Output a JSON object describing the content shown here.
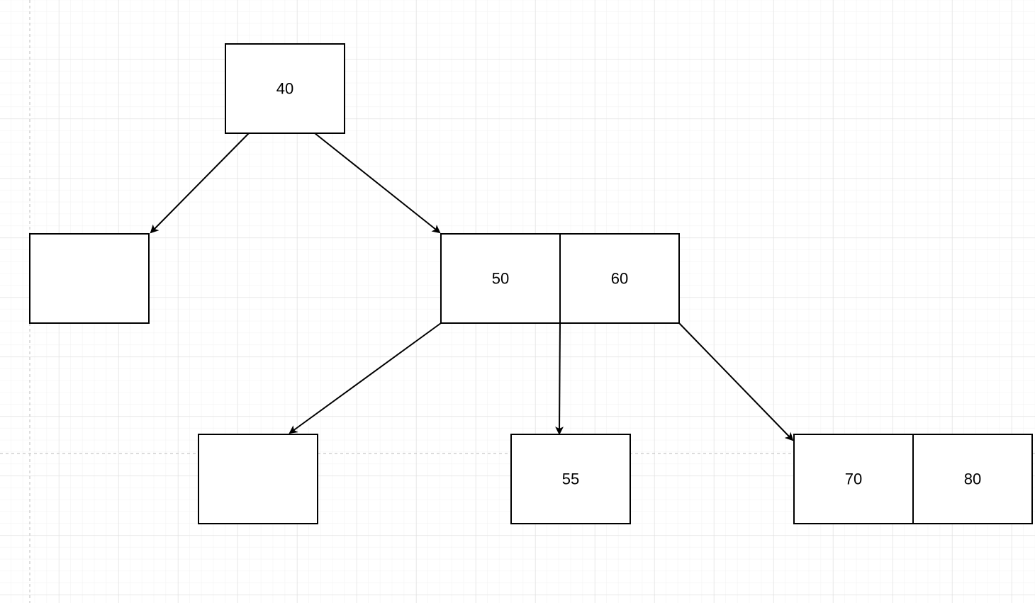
{
  "diagram": {
    "type": "tree",
    "nodes": [
      {
        "id": "root",
        "keys": [
          "40"
        ]
      },
      {
        "id": "left-child",
        "keys": [
          ""
        ]
      },
      {
        "id": "right-child",
        "keys": [
          "50",
          "60"
        ]
      },
      {
        "id": "leaf-1",
        "keys": [
          ""
        ]
      },
      {
        "id": "leaf-2",
        "keys": [
          "55"
        ]
      },
      {
        "id": "leaf-3",
        "keys": [
          "70",
          "80"
        ]
      }
    ],
    "edges": [
      {
        "from": "root",
        "to": "left-child"
      },
      {
        "from": "root",
        "to": "right-child"
      },
      {
        "from": "right-child",
        "to": "leaf-1"
      },
      {
        "from": "right-child",
        "to": "leaf-2"
      },
      {
        "from": "right-child",
        "to": "leaf-3"
      }
    ]
  }
}
